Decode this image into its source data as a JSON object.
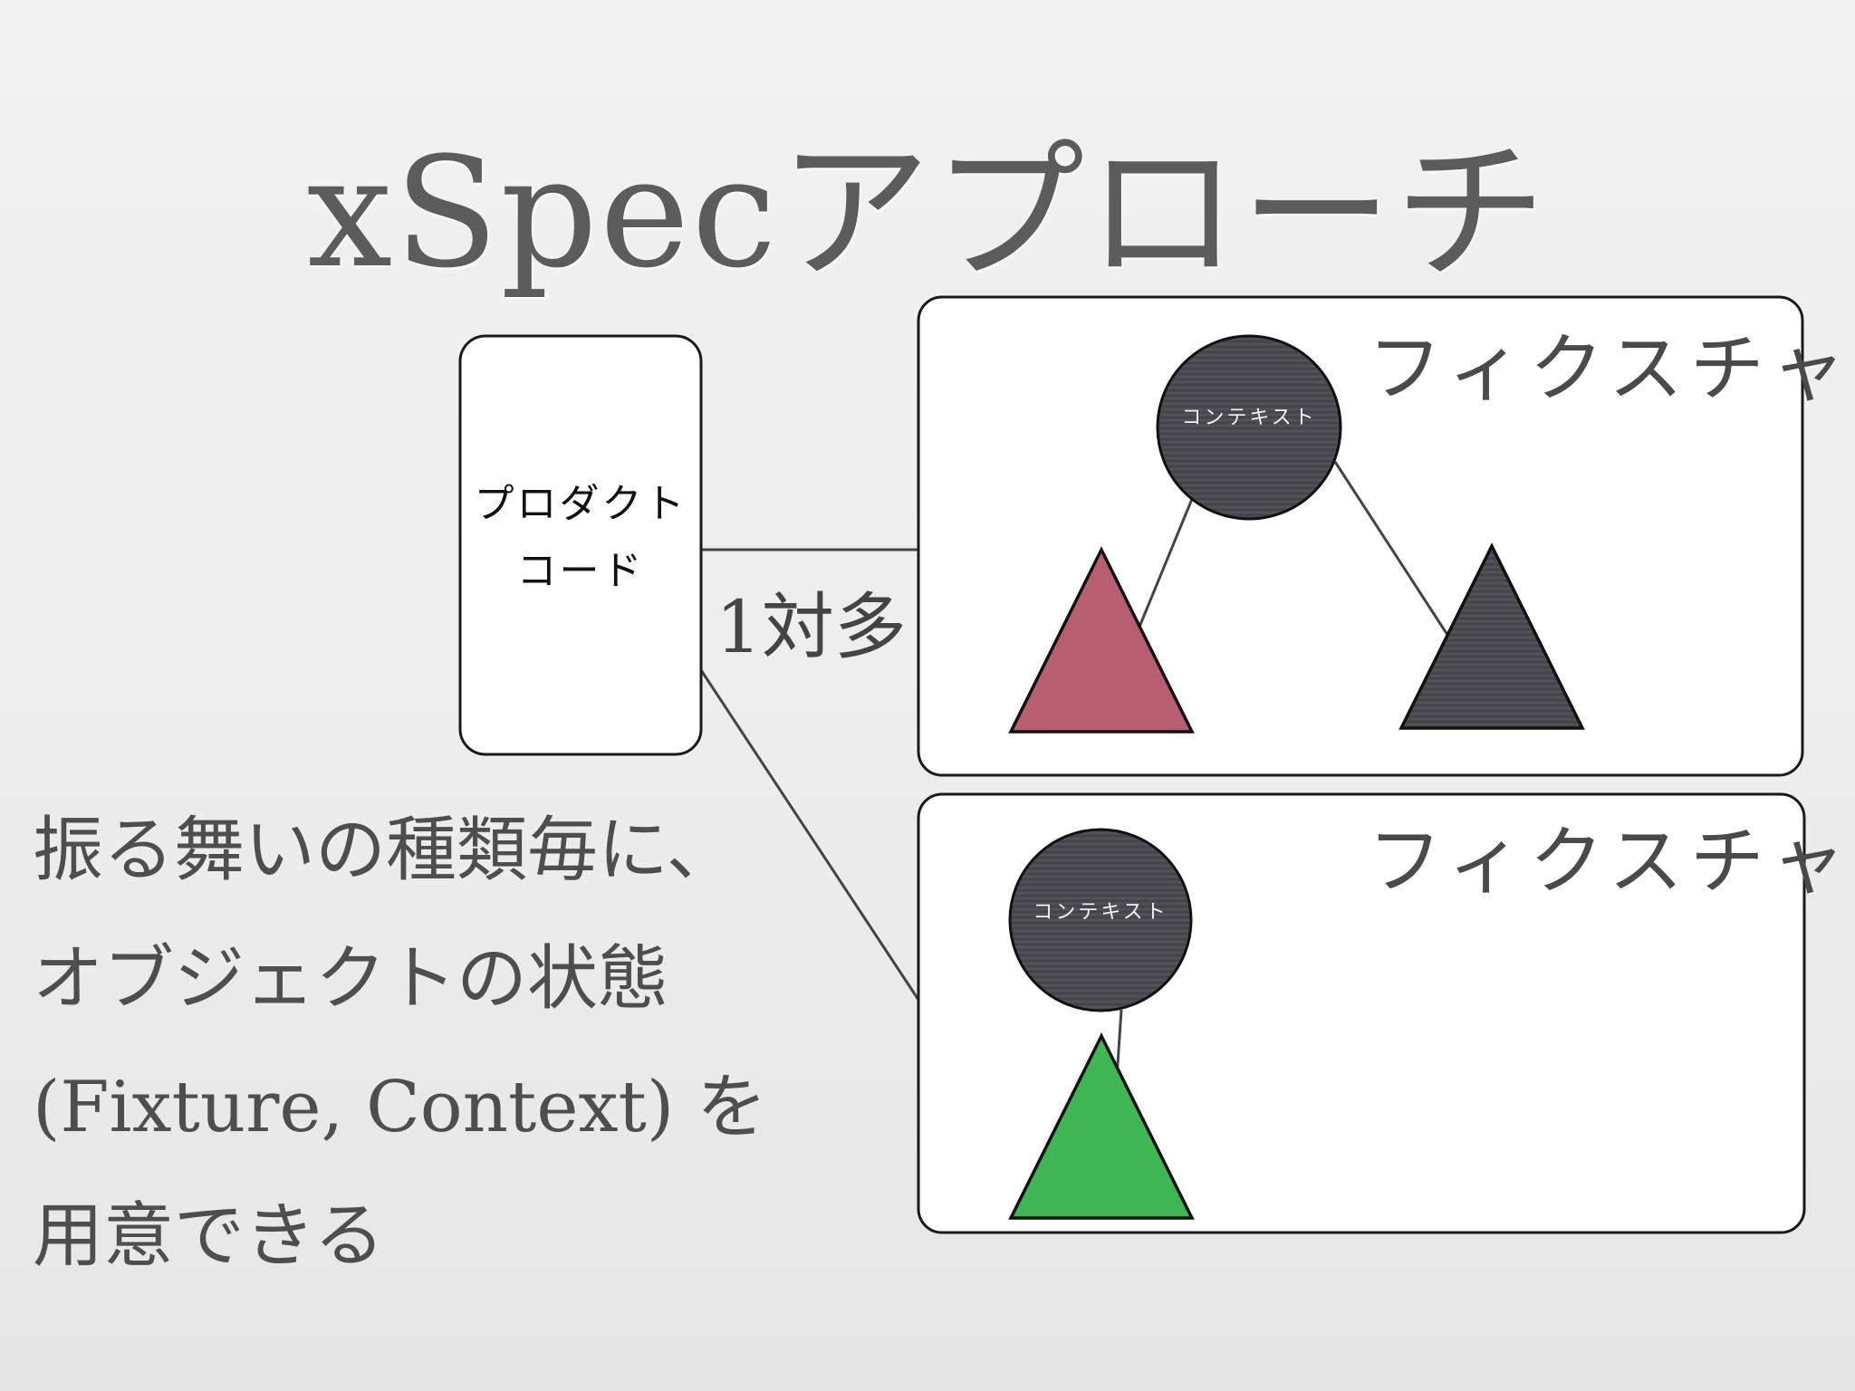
{
  "slide": {
    "title": "xSpecアプローチ",
    "product_code": {
      "line1": "プロダクト",
      "line2": "コード"
    },
    "relation_label": "1対多",
    "fixtures": [
      {
        "title": "フィクスチャ",
        "context_label": "コンテキスト",
        "behaviors": [
          "red-triangle",
          "dark-triangle"
        ]
      },
      {
        "title": "フィクスチャ",
        "context_label": "コンテキスト",
        "behaviors": [
          "green-triangle"
        ]
      }
    ],
    "description": {
      "line1": "振る舞いの種類毎に、",
      "line2": "オブジェクトの状態",
      "line3": "(Fixture, Context) を",
      "line4": "用意できる"
    }
  },
  "colors": {
    "context_circle": "#4a4a50",
    "triangle_red": "#b86072",
    "triangle_dark": "#4a4a50",
    "triangle_green": "#3fb554",
    "box_stroke": "#1a1a1a",
    "connector": "#444444"
  }
}
